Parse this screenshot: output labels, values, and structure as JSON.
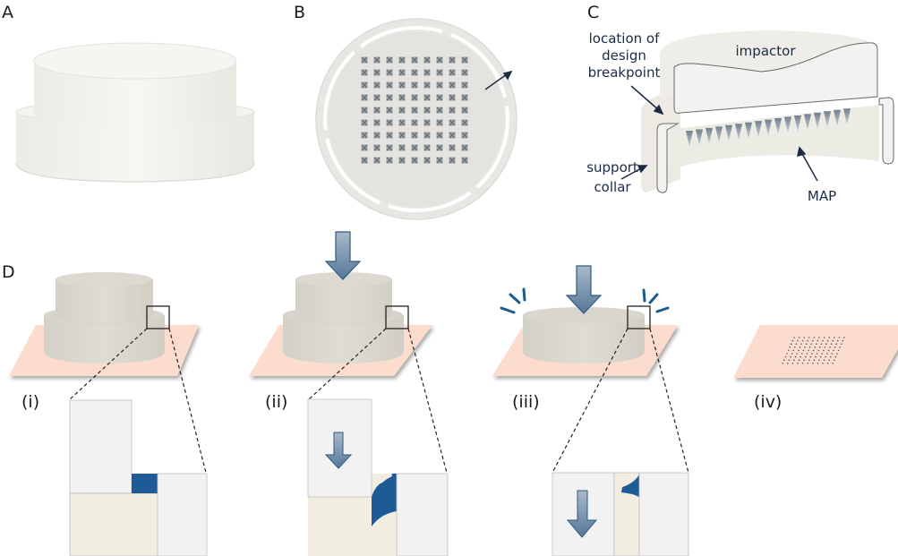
{
  "figure": {
    "panels": {
      "A": {
        "label": "A",
        "description": "3D render of stepped cylindrical applicator"
      },
      "B": {
        "label": "B",
        "description": "Top view of MAP with support collar ring",
        "array_rows": 9,
        "array_cols": 9
      },
      "C": {
        "label": "C",
        "annotations": {
          "breakpoint": [
            "location of",
            "design",
            "breakpoint"
          ],
          "collar": [
            "support",
            "collar"
          ],
          "impactor": "impactor",
          "map": "MAP"
        }
      },
      "D": {
        "label": "D",
        "steps": [
          {
            "label": "(i)",
            "state": "assembled, unloaded"
          },
          {
            "label": "(ii)",
            "state": "force applied, breakpoint deforming"
          },
          {
            "label": "(iii)",
            "state": "breakpoint fractured, impact"
          },
          {
            "label": "(iv)",
            "state": "MAP left on skin"
          }
        ]
      }
    },
    "colors": {
      "device": "#f2f2ef",
      "device_gray": "#d9d7cf",
      "skin": "#fbdccd",
      "breakpoint": "#1e5a96",
      "arrow_top": "#a8b8c8",
      "arrow_bottom": "#5a7a98",
      "arrow_stroke": "#2e5b7e",
      "collar_inner": "#f1ede1",
      "text": "#1c2b45"
    }
  }
}
